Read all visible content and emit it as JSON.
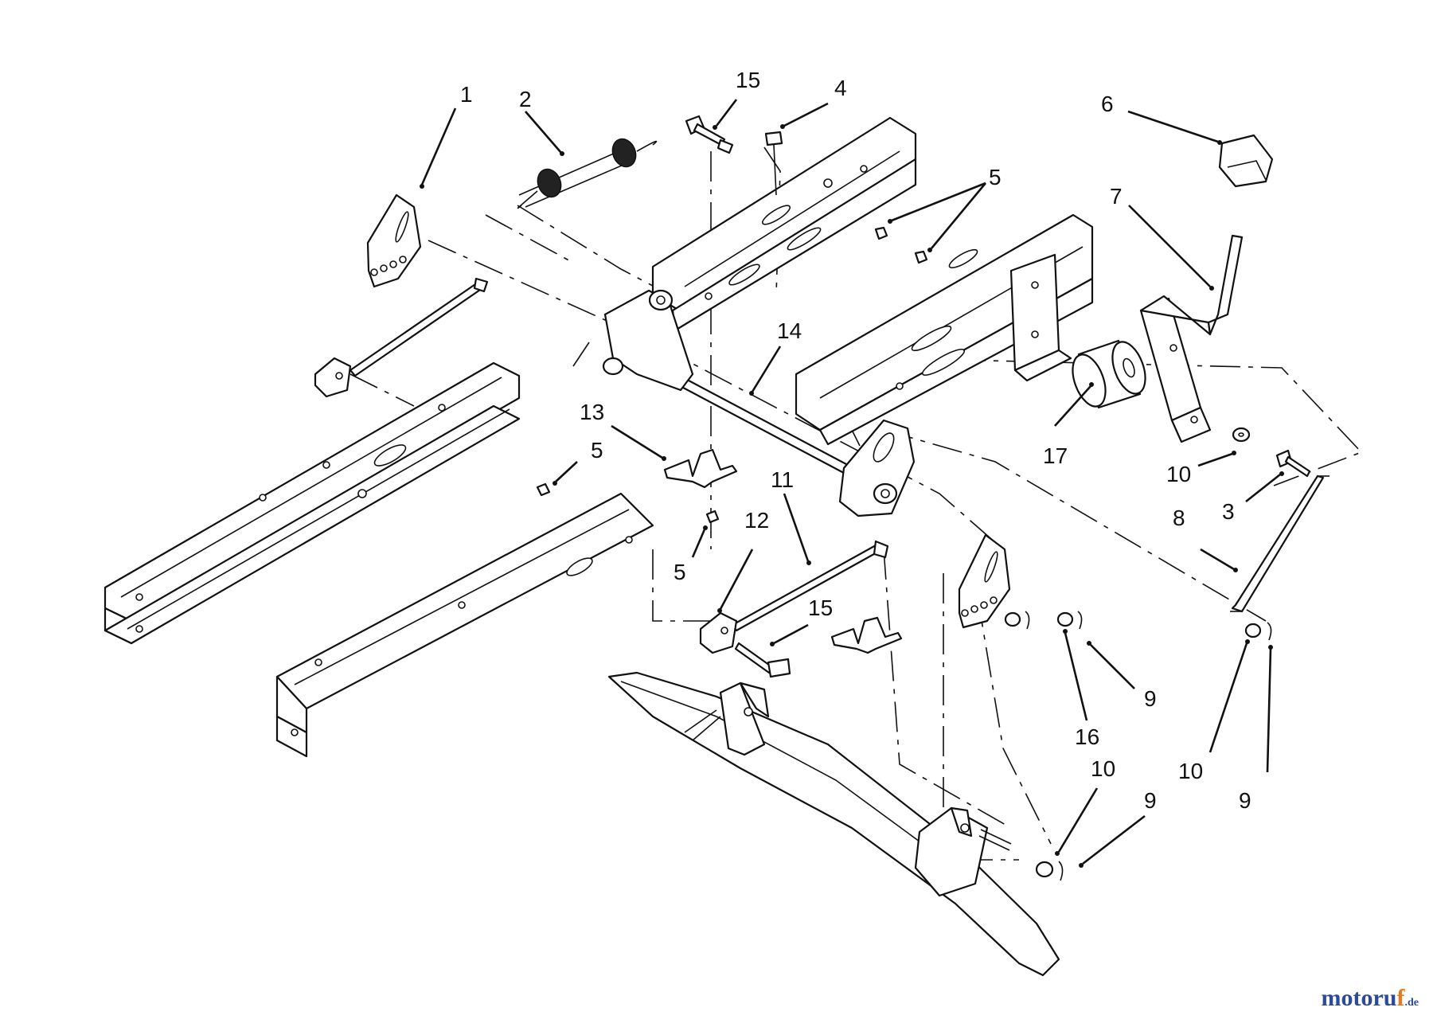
{
  "diagram": {
    "callouts": [
      {
        "id": "c1",
        "text": "1"
      },
      {
        "id": "c2",
        "text": "2"
      },
      {
        "id": "c15a",
        "text": "15"
      },
      {
        "id": "c4",
        "text": "4"
      },
      {
        "id": "c6",
        "text": "6"
      },
      {
        "id": "c5a",
        "text": "5"
      },
      {
        "id": "c7",
        "text": "7"
      },
      {
        "id": "c14",
        "text": "14"
      },
      {
        "id": "c13",
        "text": "13"
      },
      {
        "id": "c5b",
        "text": "5"
      },
      {
        "id": "c11",
        "text": "11"
      },
      {
        "id": "c17",
        "text": "17"
      },
      {
        "id": "c10a",
        "text": "10"
      },
      {
        "id": "c3",
        "text": "3"
      },
      {
        "id": "c8",
        "text": "8"
      },
      {
        "id": "c12",
        "text": "12"
      },
      {
        "id": "c5c",
        "text": "5"
      },
      {
        "id": "c15b",
        "text": "15"
      },
      {
        "id": "c9a",
        "text": "9"
      },
      {
        "id": "c16",
        "text": "16"
      },
      {
        "id": "c10b",
        "text": "10"
      },
      {
        "id": "c9b",
        "text": "9"
      },
      {
        "id": "c10c",
        "text": "10"
      },
      {
        "id": "c9c",
        "text": "9"
      }
    ]
  },
  "watermark": {
    "main": "motoru",
    "accent": "f",
    "tld": ".de"
  }
}
